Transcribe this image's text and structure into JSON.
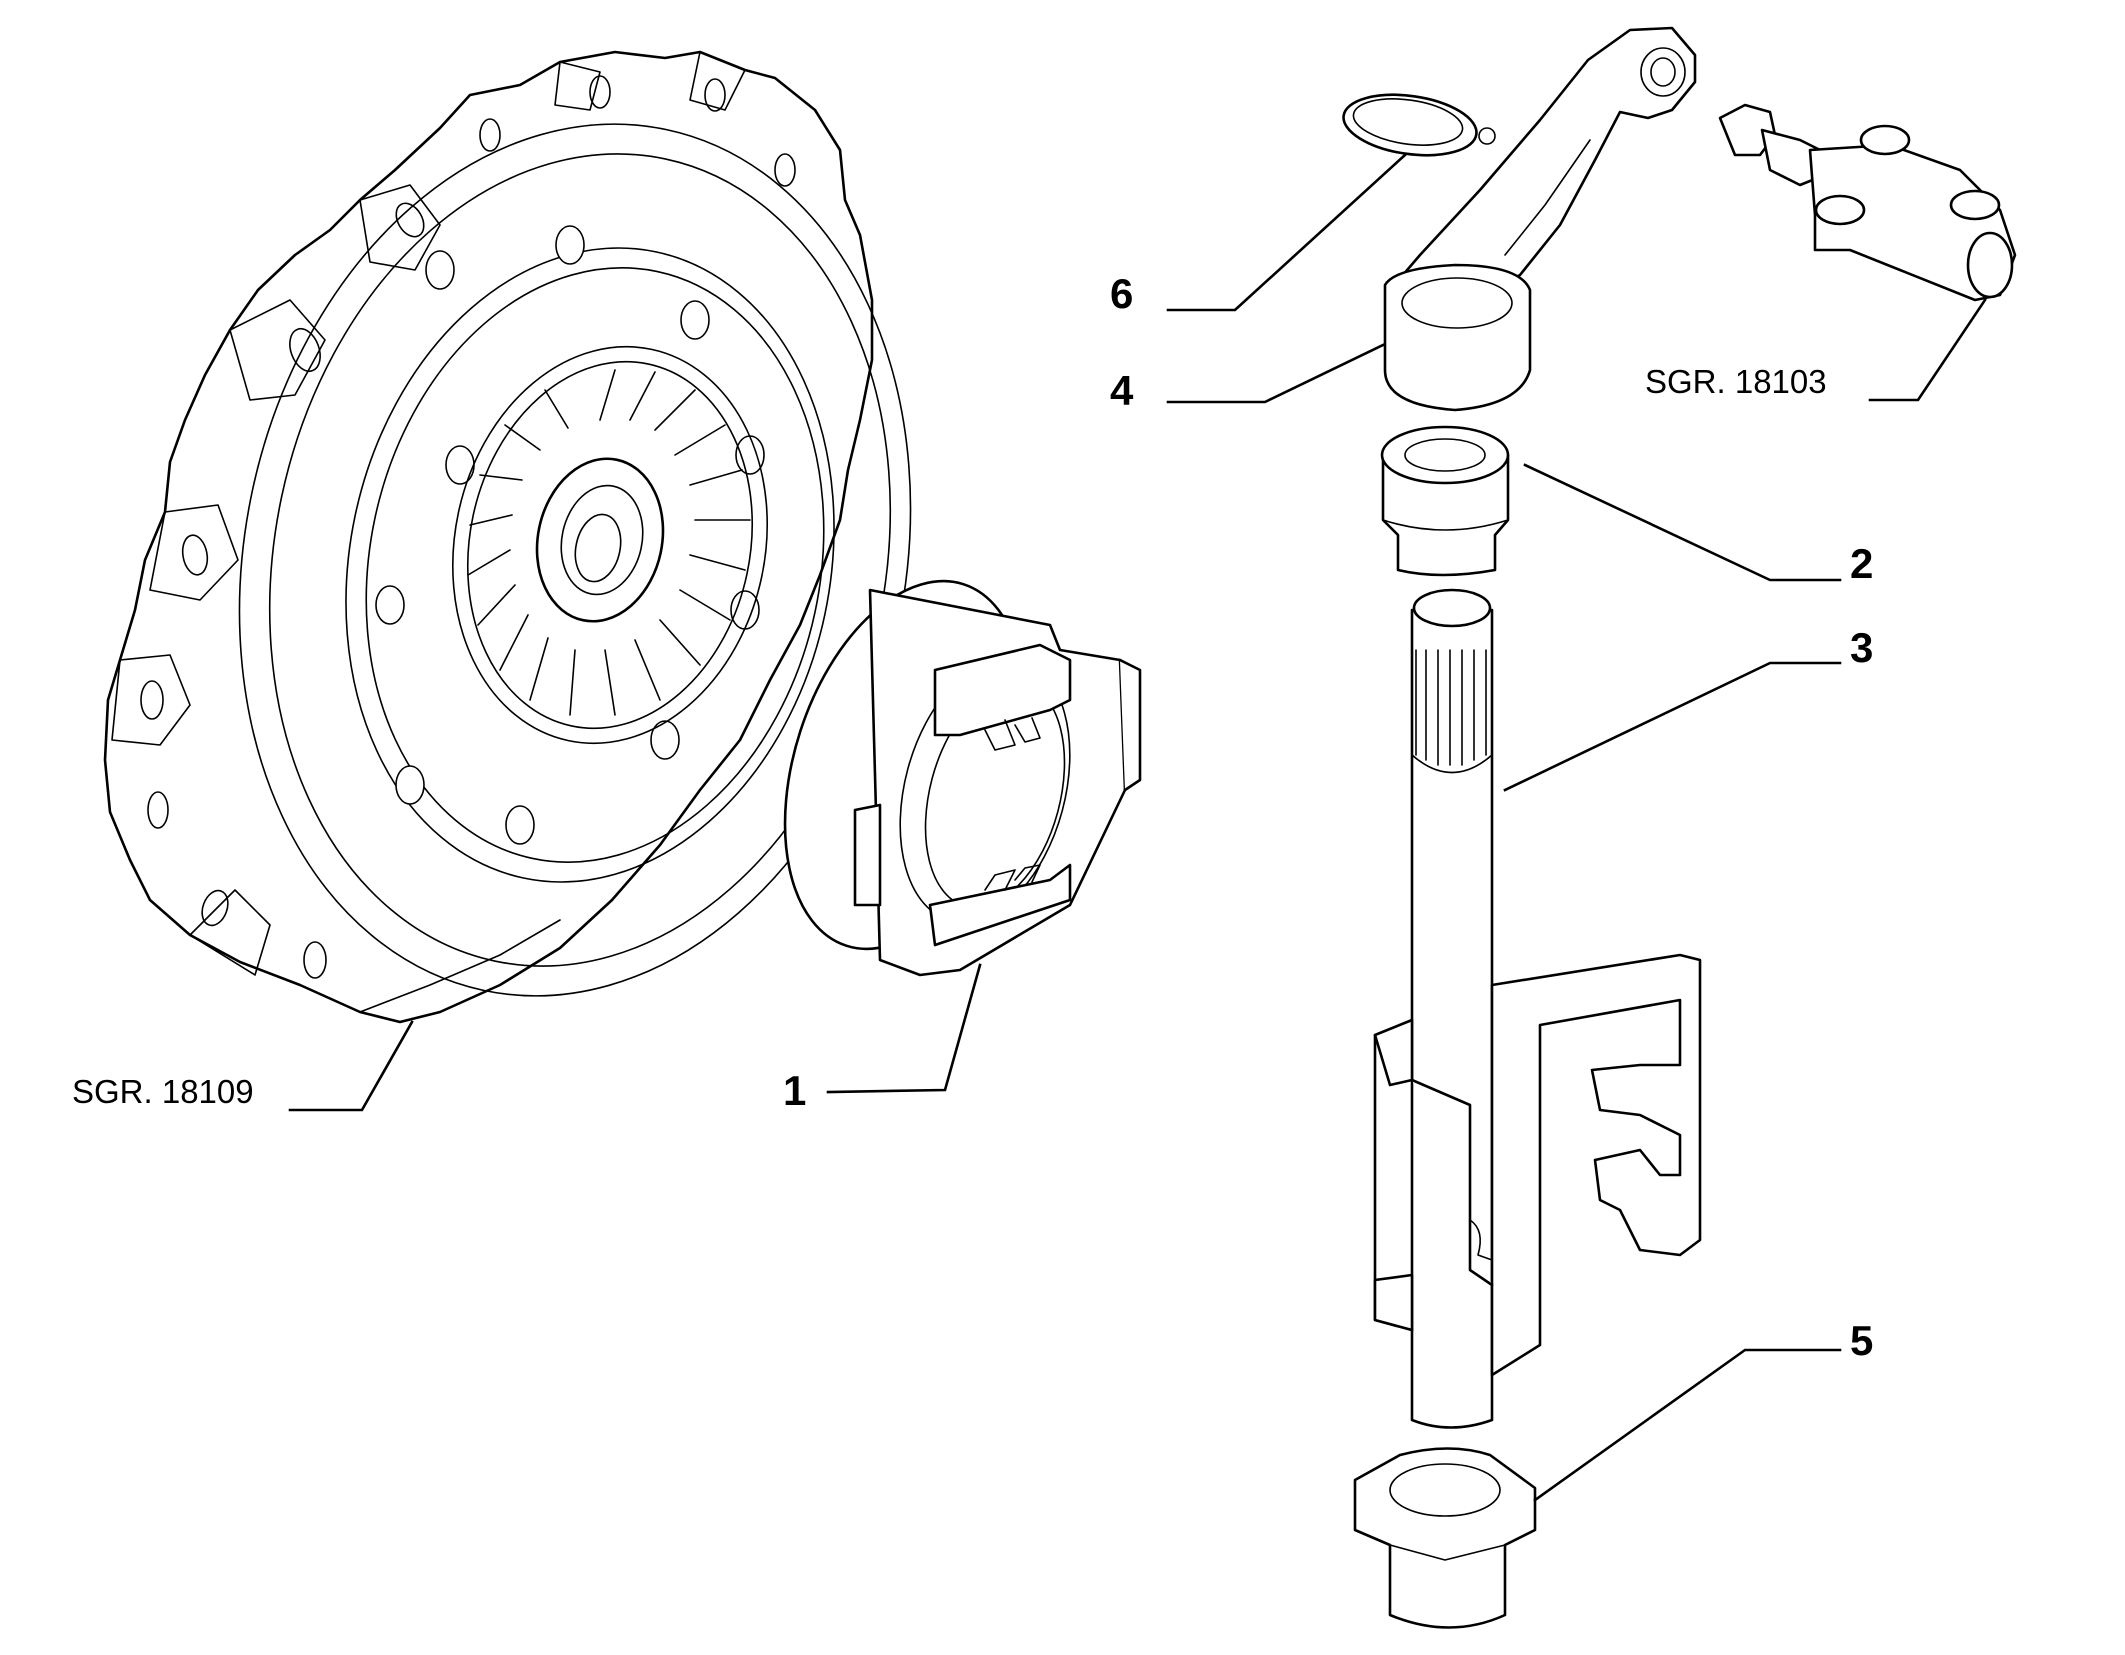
{
  "callouts": {
    "c1": "1",
    "c2": "2",
    "c3": "3",
    "c4": "4",
    "c5": "5",
    "c6": "6"
  },
  "references": {
    "pressure_plate": "SGR. 18109",
    "slave_cylinder": "SGR. 18103"
  },
  "colors": {
    "line": "#000000",
    "background": "#ffffff"
  }
}
